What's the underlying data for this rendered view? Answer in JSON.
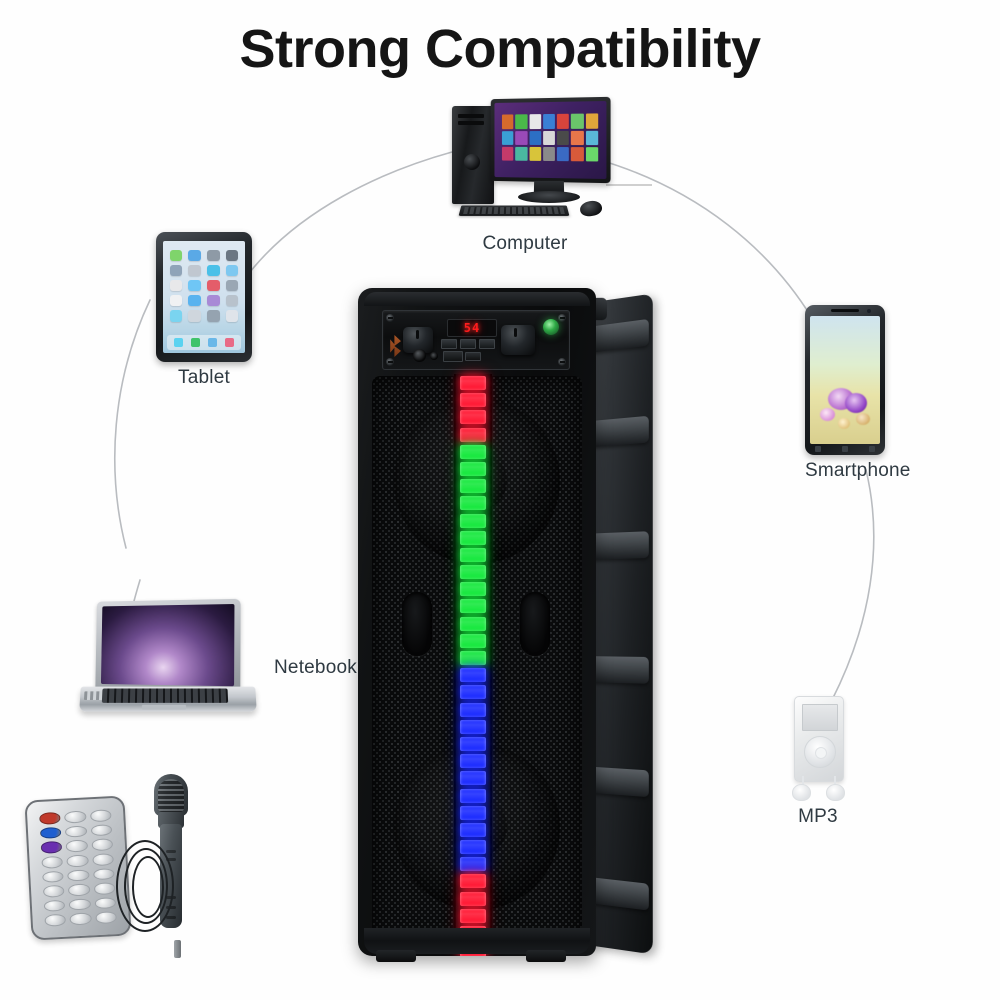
{
  "header": {
    "title": "Strong Compatibility"
  },
  "devices": [
    {
      "id": "computer",
      "label": "Computer",
      "icon": "desktop-computer-icon"
    },
    {
      "id": "tablet",
      "label": "Tablet",
      "icon": "tablet-icon"
    },
    {
      "id": "smartphone",
      "label": "Smartphone",
      "icon": "smartphone-icon"
    },
    {
      "id": "notebook",
      "label": "Netebook",
      "icon": "laptop-icon"
    },
    {
      "id": "mp3",
      "label": "MP3",
      "icon": "mp3-player-icon"
    }
  ],
  "accessories": [
    {
      "id": "remote",
      "label": "",
      "icon": "remote-control-icon"
    },
    {
      "id": "microphone",
      "label": "",
      "icon": "microphone-icon"
    }
  ],
  "product": {
    "name": "portable-party-speaker",
    "display_value": "54",
    "panel": {
      "knob_left": "volume-knob",
      "knob_right": "mic-echo-knob",
      "indicator": "power-led",
      "buttons": [
        "prev",
        "play-pause",
        "next",
        "mode"
      ],
      "ports": [
        "usb",
        "sd-card",
        "mic-jack",
        "aux-jack"
      ]
    },
    "led_strip": {
      "segments_top_red": 4,
      "segments_green": 13,
      "segments_blue": 12,
      "segments_bottom_red": 5,
      "colors": {
        "red": "#ff1430",
        "green": "#12e83a",
        "blue": "#1828ff"
      }
    }
  },
  "colors": {
    "background": "#fefefe",
    "title": "#151515",
    "caption": "#2f3a42",
    "arc": "#b9bcc0"
  },
  "tablet_icon_colors": [
    "#7fd46b",
    "#5aa9e6",
    "#8e9aa6",
    "#6b7682",
    "#8fa3b8",
    "#c0c7d0",
    "#49c0e8",
    "#7ec8f0",
    "#e8e8ea",
    "#6fc6f5",
    "#e45d6a",
    "#9aa7b4",
    "#f0f1f3",
    "#59b3ef",
    "#a88ad6",
    "#b8c2cc",
    "#7ad4f0",
    "#cfd6dd",
    "#95a3b0",
    "#dfe4ea"
  ],
  "tablet_dock_colors": [
    "#5ad2f0",
    "#3fc36a",
    "#6ab8e8",
    "#e86b86"
  ],
  "windows_tile_colors": [
    "#d66a2c",
    "#4ab84a",
    "#e8e8e8",
    "#3a7fd5",
    "#d8443c",
    "#6ac46a",
    "#e0a63a",
    "#3a9fd5",
    "#9a4ab8",
    "#2c6fc4",
    "#d8d8d8",
    "#4a4a4a",
    "#e8764a",
    "#5ab8d8",
    "#c43a6a",
    "#4ab8a0",
    "#d8c43a",
    "#8a8a8a",
    "#3a6ac4",
    "#d85a3a",
    "#6ad86a"
  ],
  "remote": {
    "button_colors": [
      "#c0392b",
      "#cfd3d6",
      "#cfd3d6",
      "#1f5fd0",
      "#cfd3d6",
      "#cfd3d6",
      "#6a2fb0",
      "#cfd3d6",
      "#cfd3d6",
      "#cfd3d6",
      "#cfd3d6",
      "#cfd3d6",
      "#cfd3d6",
      "#cfd3d6",
      "#cfd3d6",
      "#cfd3d6",
      "#cfd3d6",
      "#cfd3d6",
      "#cfd3d6",
      "#cfd3d6",
      "#cfd3d6",
      "#cfd3d6",
      "#cfd3d6",
      "#cfd3d6"
    ]
  }
}
